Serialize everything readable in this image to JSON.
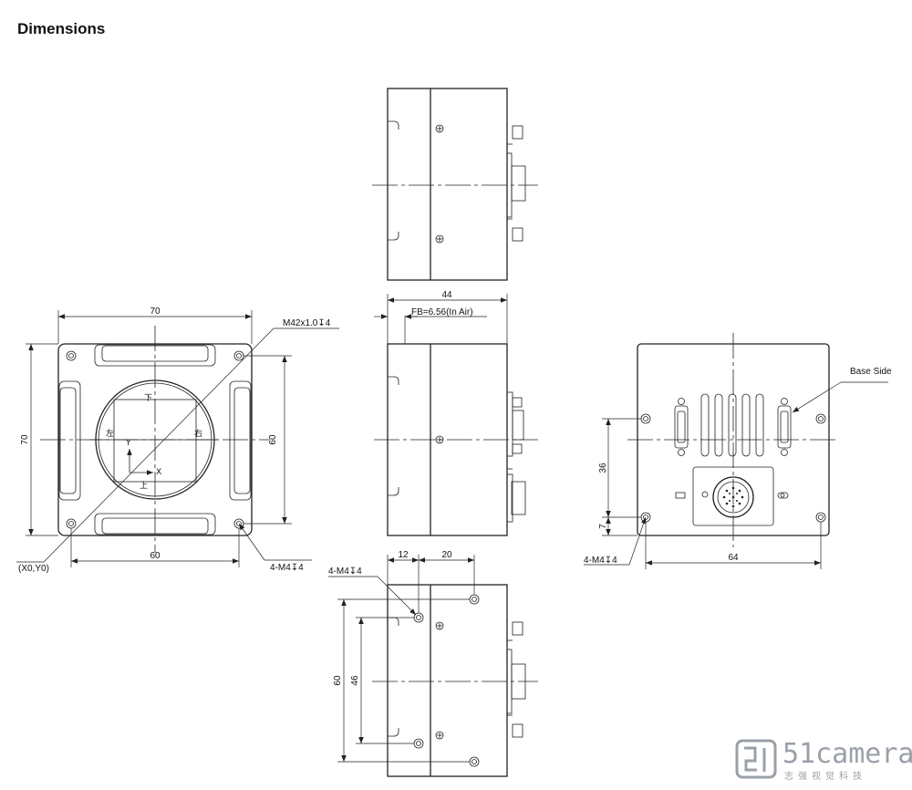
{
  "page": {
    "title": "Dimensions"
  },
  "front_view": {
    "width_top": "70",
    "height_left": "70",
    "hole_spacing_bottom": "60",
    "hole_spacing_right": "60",
    "mount_thread": "M42x1.0↧4",
    "origin": "(X0,Y0)",
    "holes": "4-M4↧4",
    "dir_top": "下",
    "dir_bottom": "上",
    "dir_left": "左",
    "dir_right": "右",
    "axis_y": "Y",
    "axis_x": "X"
  },
  "side_view": {
    "length": "44",
    "flange_back": "FB=6.56(In Air)"
  },
  "rear_view": {
    "base_side": "Base Side",
    "height_36": "36",
    "height_7": "7",
    "hole_spacing": "64",
    "holes": "4-M4↧4"
  },
  "bottom_view": {
    "holes": "4-M4↧4",
    "offset_12": "12",
    "offset_20": "20",
    "spacing_60": "60",
    "spacing_46": "46"
  },
  "watermark": {
    "brand": "51camera",
    "cn": "志强视觉科技"
  }
}
